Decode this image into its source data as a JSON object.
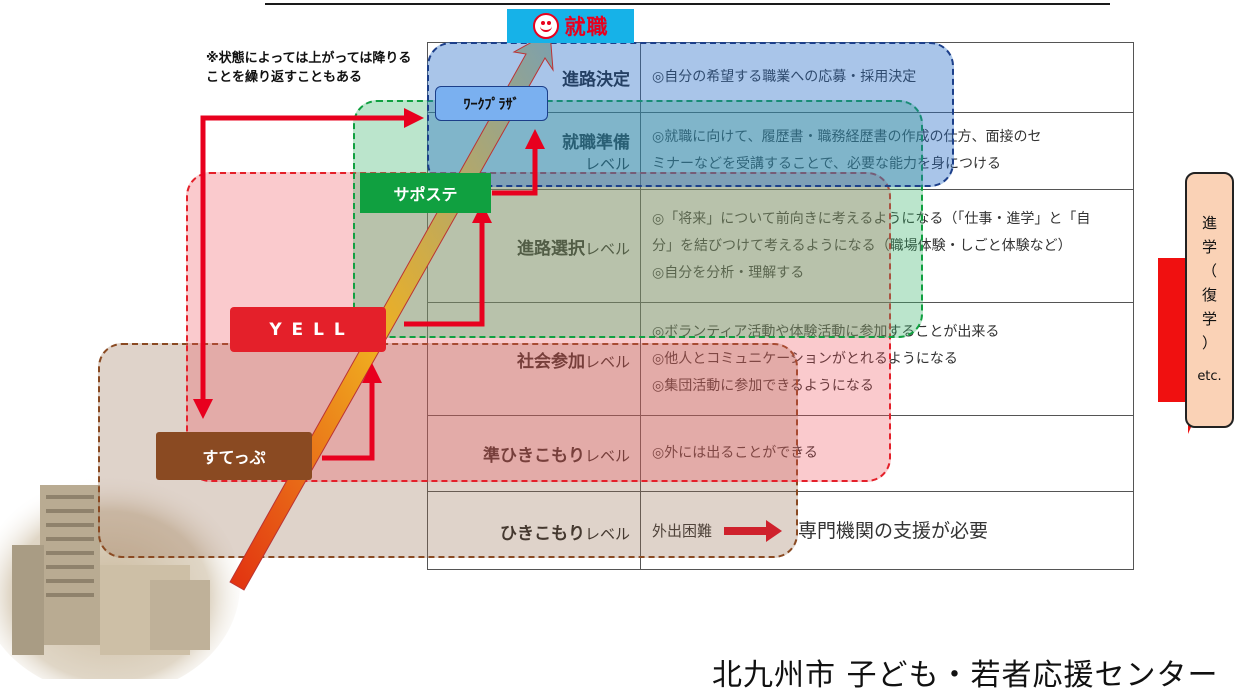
{
  "goal": {
    "label": "就職",
    "icon": "smiley-face-icon"
  },
  "note": {
    "line1": "※状態によっては上がっては降りる",
    "line2": "ことを繰り返すこともある"
  },
  "levels": [
    {
      "name_bold": "進路決定",
      "name_level": "",
      "desc": [
        "◎自分の希望する職業への応募・採用決定"
      ]
    },
    {
      "name_bold": "就職準備",
      "name_level": "レベル",
      "desc": [
        "◎就職に向けて、履歴書・職務経歴書の作成の仕方、面接のセ",
        "ミナーなどを受講することで、必要な能力を身につける"
      ]
    },
    {
      "name_bold": "進路選択",
      "name_level": "レベル",
      "desc": [
        "◎「将来」について前向きに考えるようになる（「仕事・進学」と「自",
        "分」を結びつけて考えるようになる（職場体験・しごと体験など）",
        "◎自分を分析・理解する"
      ]
    },
    {
      "name_bold": "社会参加",
      "name_level": "レベル",
      "desc": [
        "◎ボランティア活動や体験活動に参加することが出来る",
        "◎他人とコミュニケーションがとれるようになる",
        "◎集団活動に参加できるようになる"
      ]
    },
    {
      "name_bold": "準ひきこもり",
      "name_level": "レベル",
      "desc": [
        "◎外には出ることができる"
      ]
    },
    {
      "name_bold": "ひきこもり",
      "name_level": "レベル",
      "flow_from": "外出困難",
      "flow_to": "専門機関の支援が必要"
    }
  ],
  "programs": {
    "workplaza": "ﾜｰｸﾌﾟﾗｻﾞ",
    "saposute": "サポステ",
    "yell": "Y E L L",
    "step": "すてっぷ"
  },
  "side": {
    "chars": [
      "進",
      "学",
      "（",
      "復",
      "学",
      "）"
    ],
    "etc": "etc."
  },
  "footer": "北九州市 子ども・若者応援センター",
  "colors": {
    "red": "#e8001e",
    "goal_bg": "#16b2e8",
    "side_bg": "#fad2b6",
    "saposute": "#10a040",
    "yell": "#e4202a",
    "step": "#8a4a22"
  }
}
